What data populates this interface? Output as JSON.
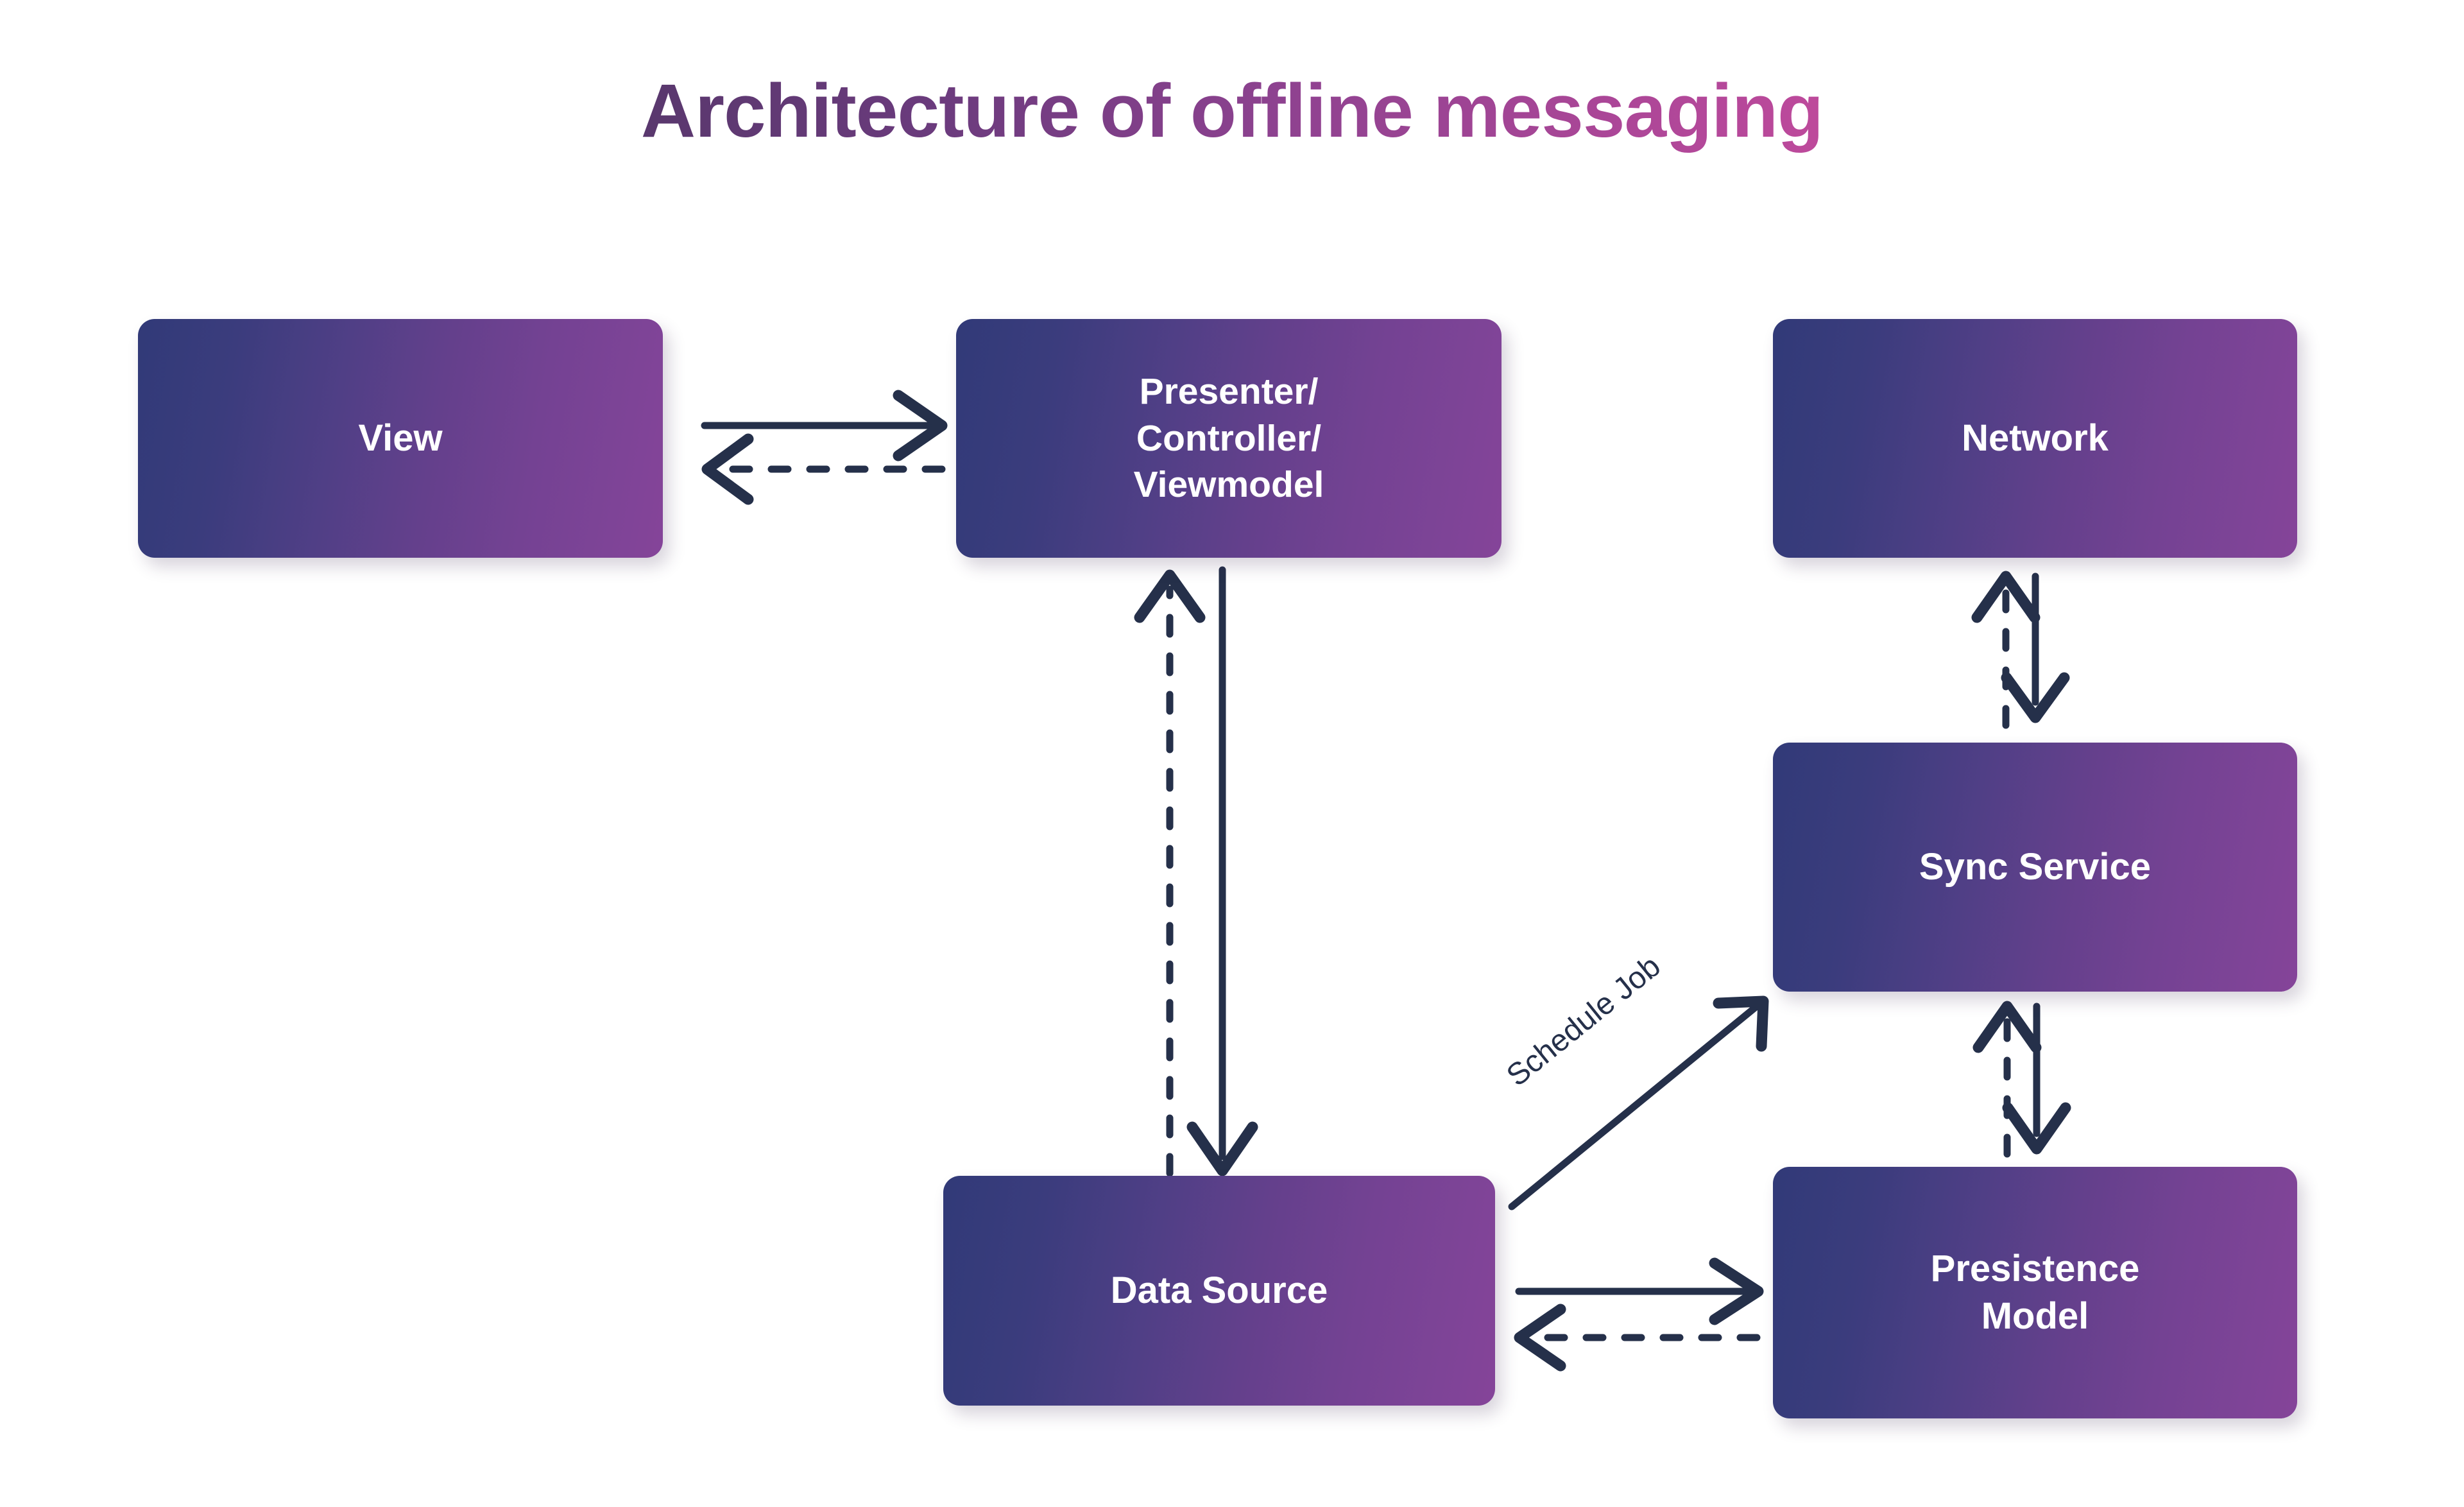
{
  "page": {
    "title": "Architecture of offline messaging",
    "background": "#ffffff",
    "title_gradient_from": "#3a3456",
    "title_gradient_to": "#e055a6",
    "node_gradient_from": "#313a78",
    "node_gradient_to": "#854499",
    "connector_color": "#25304a",
    "node_text_color": "#ffffff"
  },
  "nodes": {
    "view": {
      "label": "View"
    },
    "presenter": {
      "label": "Presenter/\nController/\nViewmodel"
    },
    "network": {
      "label": "Network"
    },
    "sync_service": {
      "label": "Sync Service"
    },
    "data_source": {
      "label": "Data Source"
    },
    "persistence_model": {
      "label": "Presistence\nModel"
    }
  },
  "edges": [
    {
      "id": "view-to-presenter",
      "from": "view",
      "to": "presenter",
      "style": "solid",
      "direction": "right",
      "label": ""
    },
    {
      "id": "presenter-to-view",
      "from": "presenter",
      "to": "view",
      "style": "dashed",
      "direction": "left",
      "label": ""
    },
    {
      "id": "presenter-to-datasource",
      "from": "presenter",
      "to": "data_source",
      "style": "solid",
      "direction": "down",
      "label": ""
    },
    {
      "id": "datasource-to-presenter",
      "from": "data_source",
      "to": "presenter",
      "style": "dashed",
      "direction": "up",
      "label": ""
    },
    {
      "id": "datasource-to-sync",
      "from": "data_source",
      "to": "sync_service",
      "style": "solid",
      "direction": "up-right",
      "label": "Schedule Job"
    },
    {
      "id": "sync-to-network",
      "from": "sync_service",
      "to": "network",
      "style": "dashed",
      "direction": "up",
      "label": ""
    },
    {
      "id": "network-to-sync",
      "from": "network",
      "to": "sync_service",
      "style": "solid",
      "direction": "down",
      "label": ""
    },
    {
      "id": "persistence-to-sync",
      "from": "persistence_model",
      "to": "sync_service",
      "style": "dashed",
      "direction": "up",
      "label": ""
    },
    {
      "id": "sync-to-persistence",
      "from": "sync_service",
      "to": "persistence_model",
      "style": "solid",
      "direction": "down",
      "label": ""
    },
    {
      "id": "datasource-to-persistence",
      "from": "data_source",
      "to": "persistence_model",
      "style": "solid",
      "direction": "right",
      "label": ""
    },
    {
      "id": "persistence-to-datasource",
      "from": "persistence_model",
      "to": "data_source",
      "style": "dashed",
      "direction": "left",
      "label": ""
    }
  ],
  "labels": {
    "schedule_job": "Schedule Job"
  }
}
